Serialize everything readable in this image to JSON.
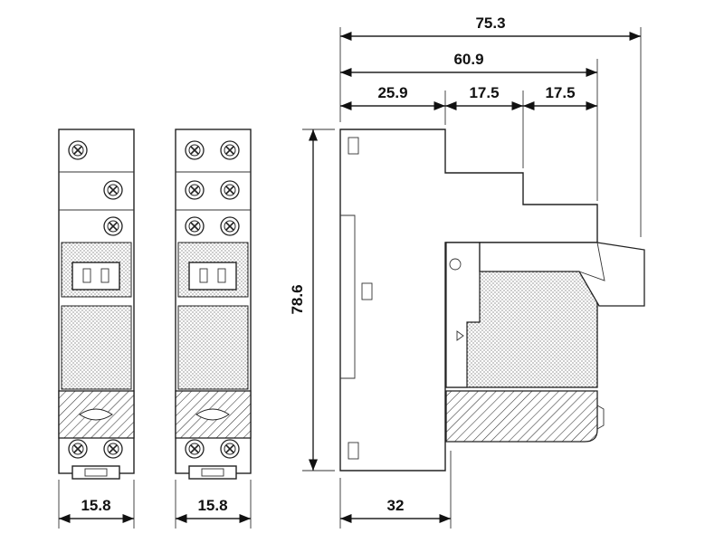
{
  "dimensions": {
    "overall_width": "75.3",
    "depth_to_step": "60.9",
    "section_a": "25.9",
    "section_b": "17.5",
    "section_c": "17.5",
    "height": "78.6",
    "rail_depth": "32",
    "module_width_left": "15.8",
    "module_width_right": "15.8"
  }
}
